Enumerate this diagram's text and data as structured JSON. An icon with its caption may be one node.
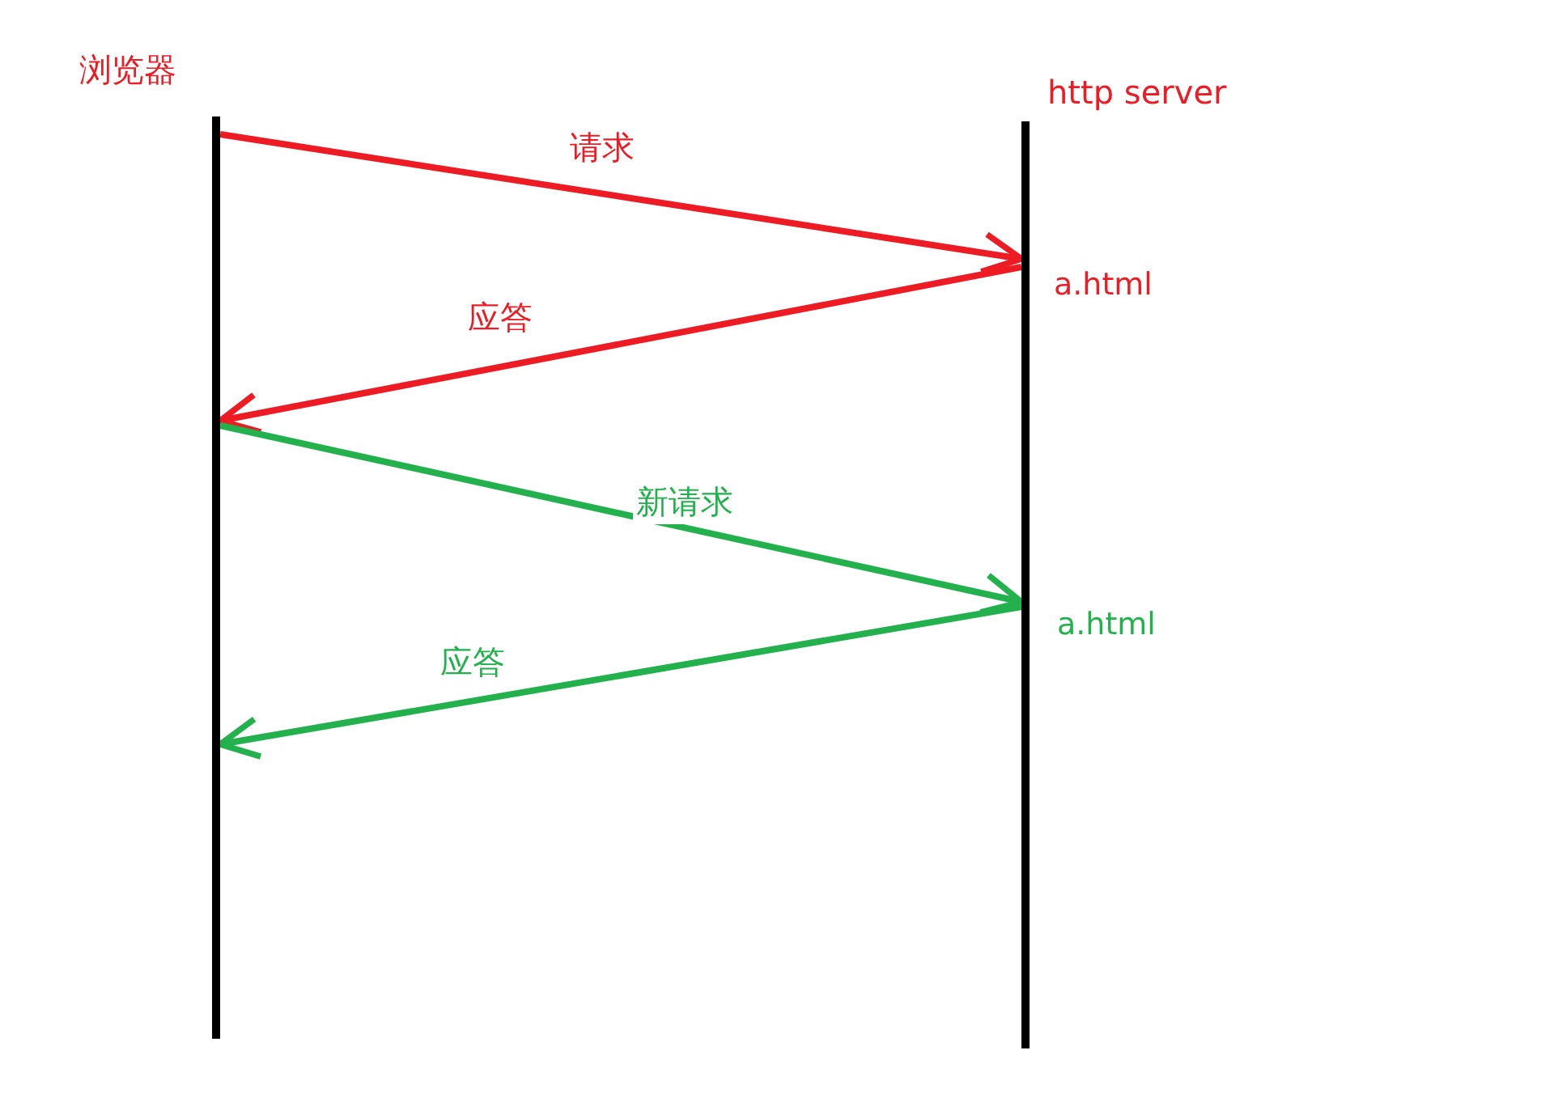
{
  "diagram": {
    "nodes": [
      {
        "text": [
          "浏览器"
        ]
      },
      {
        "text": [
          "http server"
        ],
        "beside": [
          "a.html",
          "a.html"
        ]
      }
    ],
    "edges": [
      {
        "from": 0,
        "to": 1,
        "arrow": "to",
        "label": "请求",
        "color": "#ed1c24"
      },
      {
        "from": 1,
        "to": 0,
        "arrow": "to",
        "label": "应答",
        "color": "#ed1c24"
      },
      {
        "from": 0,
        "to": 1,
        "arrow": "to",
        "label": "新请求",
        "color": "#22b14c"
      },
      {
        "from": 1,
        "to": 0,
        "arrow": "to",
        "label": "应答",
        "color": "#22b14c"
      }
    ]
  }
}
